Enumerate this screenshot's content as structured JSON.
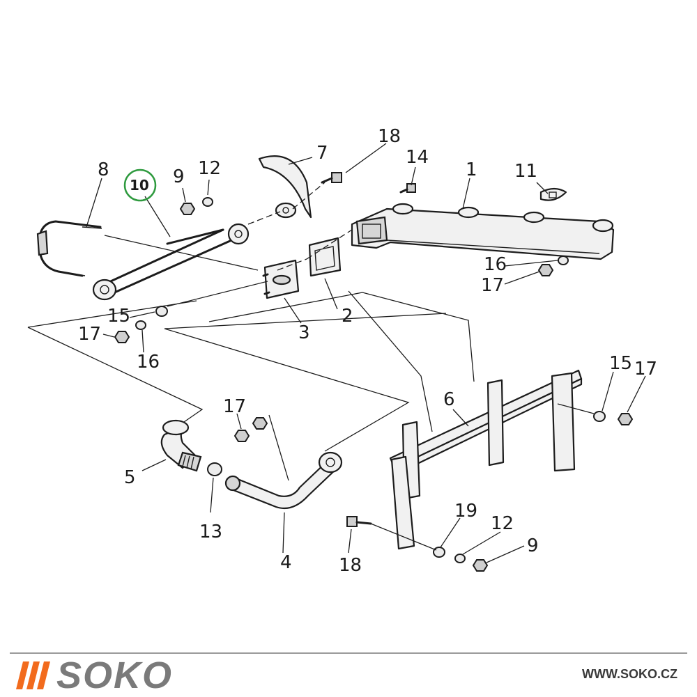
{
  "callouts": {
    "c1": "1",
    "c2": "2",
    "c3": "3",
    "c4": "4",
    "c5": "5",
    "c6": "6",
    "c7": "7",
    "c8": "8",
    "c9_top": "9",
    "c10": "10",
    "c11": "11",
    "c12_top": "12",
    "c13": "13",
    "c14": "14",
    "c15_left": "15",
    "c15_right": "15",
    "c16_left": "16",
    "c16_right": "16",
    "c17_left": "17",
    "c17_mid": "17",
    "c17_right": "17",
    "c17_upper": "17",
    "c18_top": "18",
    "c18_bottom": "18",
    "c19": "19",
    "c12_bottom": "12",
    "c9_bottom": "9"
  },
  "highlight": {
    "callout": "10",
    "ring_color": "#2e9a3e"
  },
  "brand": {
    "name": "SOKO",
    "accent_color": "#f26b1d",
    "name_color": "#7a7a7a"
  },
  "footer": {
    "url": "WWW.SOKO.CZ"
  },
  "icons": [
    "soko-logo-icon"
  ]
}
